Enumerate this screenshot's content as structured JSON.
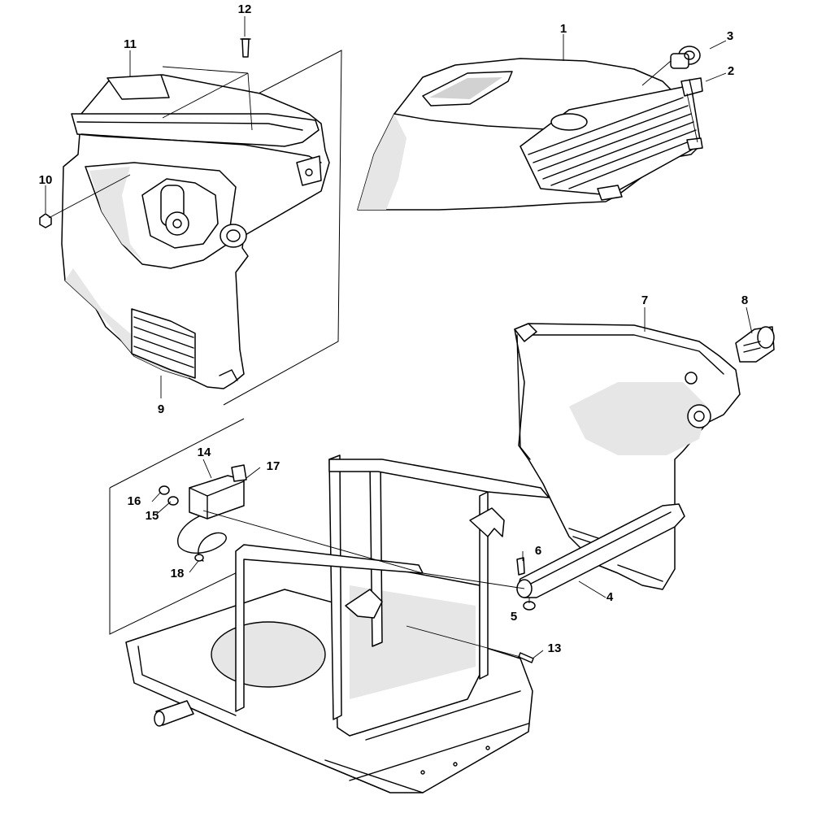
{
  "diagram": {
    "callouts": [
      {
        "id": "callout-1",
        "text": "1"
      },
      {
        "id": "callout-2",
        "text": "2"
      },
      {
        "id": "callout-3",
        "text": "3"
      },
      {
        "id": "callout-4",
        "text": "4"
      },
      {
        "id": "callout-5",
        "text": "5"
      },
      {
        "id": "callout-6",
        "text": "6"
      },
      {
        "id": "callout-7",
        "text": "7"
      },
      {
        "id": "callout-8",
        "text": "8"
      },
      {
        "id": "callout-9",
        "text": "9"
      },
      {
        "id": "callout-10",
        "text": "10"
      },
      {
        "id": "callout-11",
        "text": "11"
      },
      {
        "id": "callout-12",
        "text": "12"
      },
      {
        "id": "callout-13",
        "text": "13"
      },
      {
        "id": "callout-14",
        "text": "14"
      },
      {
        "id": "callout-15",
        "text": "15"
      },
      {
        "id": "callout-16",
        "text": "16"
      },
      {
        "id": "callout-17",
        "text": "17"
      },
      {
        "id": "callout-18",
        "text": "18"
      }
    ]
  }
}
